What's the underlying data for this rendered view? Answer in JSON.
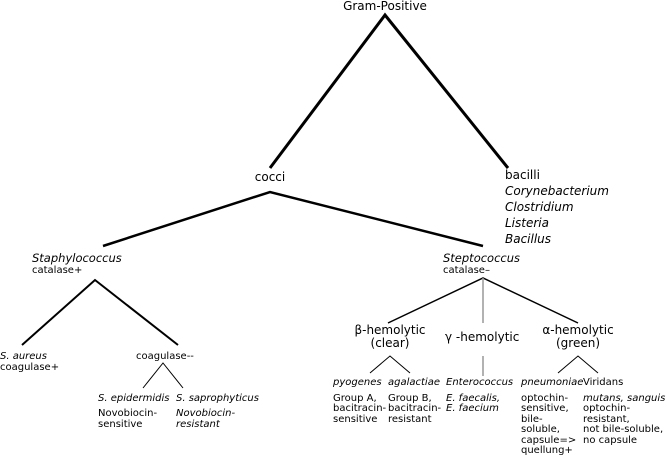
{
  "root": "Gram-Positive",
  "cocci": "cocci",
  "bacilli": {
    "label": "bacilli",
    "genera": [
      "Corynebacterium",
      "Clostridium",
      "Listeria",
      "Bacillus"
    ]
  },
  "staph": {
    "name": "Staphylococcus",
    "test": "catalase+",
    "aureus": {
      "name": "S. aureus",
      "note": "coagulase+"
    },
    "coag_neg": "coagulase--",
    "epidermidis": {
      "name": "S. epidermidis",
      "note": [
        "Novobiocin-",
        "sensitive"
      ]
    },
    "saprophyticus": {
      "name": "S. saprophyticus",
      "note": [
        "Novobiocin-",
        "resistant"
      ]
    }
  },
  "strep": {
    "name": "Steptococcus",
    "test": "catalase–",
    "beta": [
      "β-hemolytic",
      "(clear)"
    ],
    "gamma": "γ -hemolytic",
    "alpha": [
      "α-hemolytic",
      "(green)"
    ],
    "pyogenes": {
      "name": "pyogenes",
      "note": [
        "Group A,",
        "bacitracin-",
        "sensitive"
      ]
    },
    "agalactiae": {
      "name": "agalactiae",
      "note": [
        "Group B,",
        "bacitracin-",
        "resistant"
      ]
    },
    "enterococcus": {
      "name": "Enterococcus",
      "note": [
        "E. faecalis,",
        "E. faecium"
      ]
    },
    "pneumoniae": {
      "name": "pneumoniae",
      "note": [
        "optochin-",
        "sensitive,",
        "bile-",
        "soluble,",
        "capsule=>",
        "quellung+"
      ]
    },
    "viridans": {
      "name": "Viridans",
      "species": "mutans, sanguis",
      "note": [
        "optochin-",
        "resistant,",
        "not bile-soluble,",
        "no capsule"
      ]
    }
  }
}
